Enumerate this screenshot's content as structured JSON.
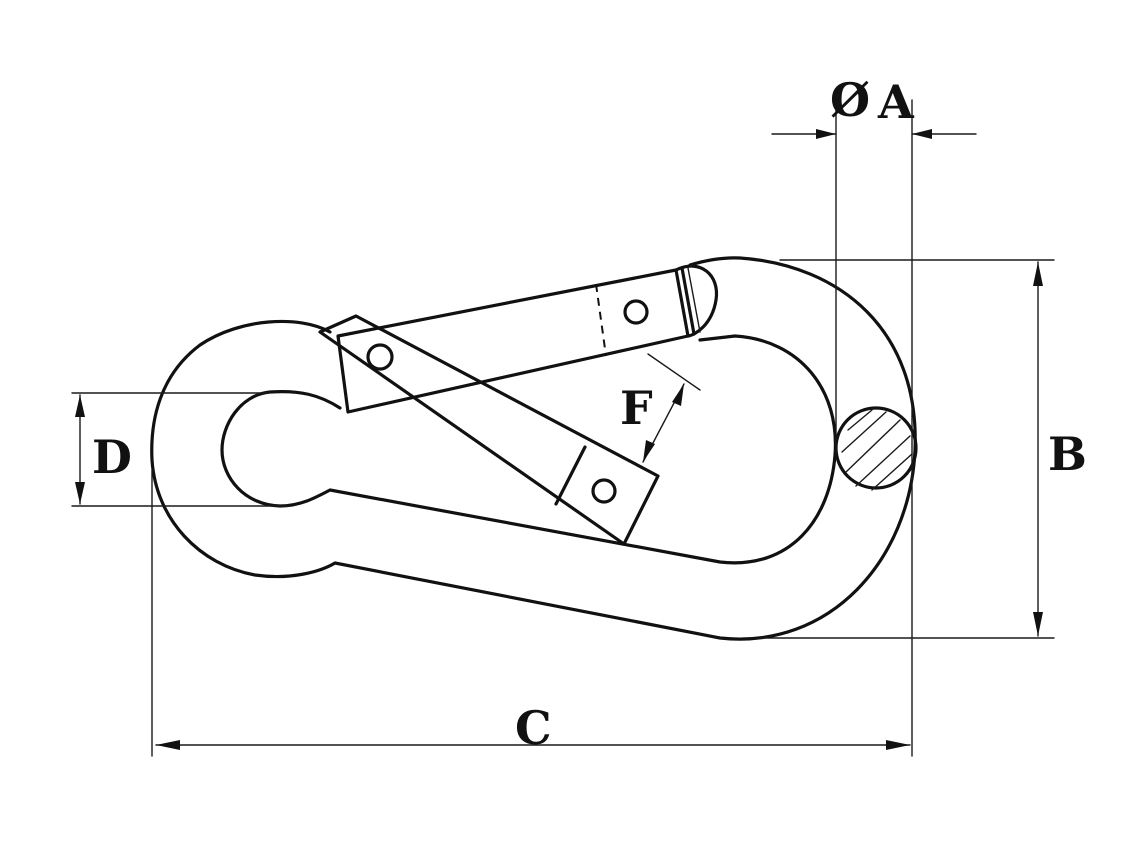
{
  "labels": {
    "diameter_symbol": "Ø",
    "A": "A",
    "B": "B",
    "C": "C",
    "D": "D",
    "F": "F"
  },
  "colors": {
    "line": "#111111",
    "background": "#ffffff"
  }
}
